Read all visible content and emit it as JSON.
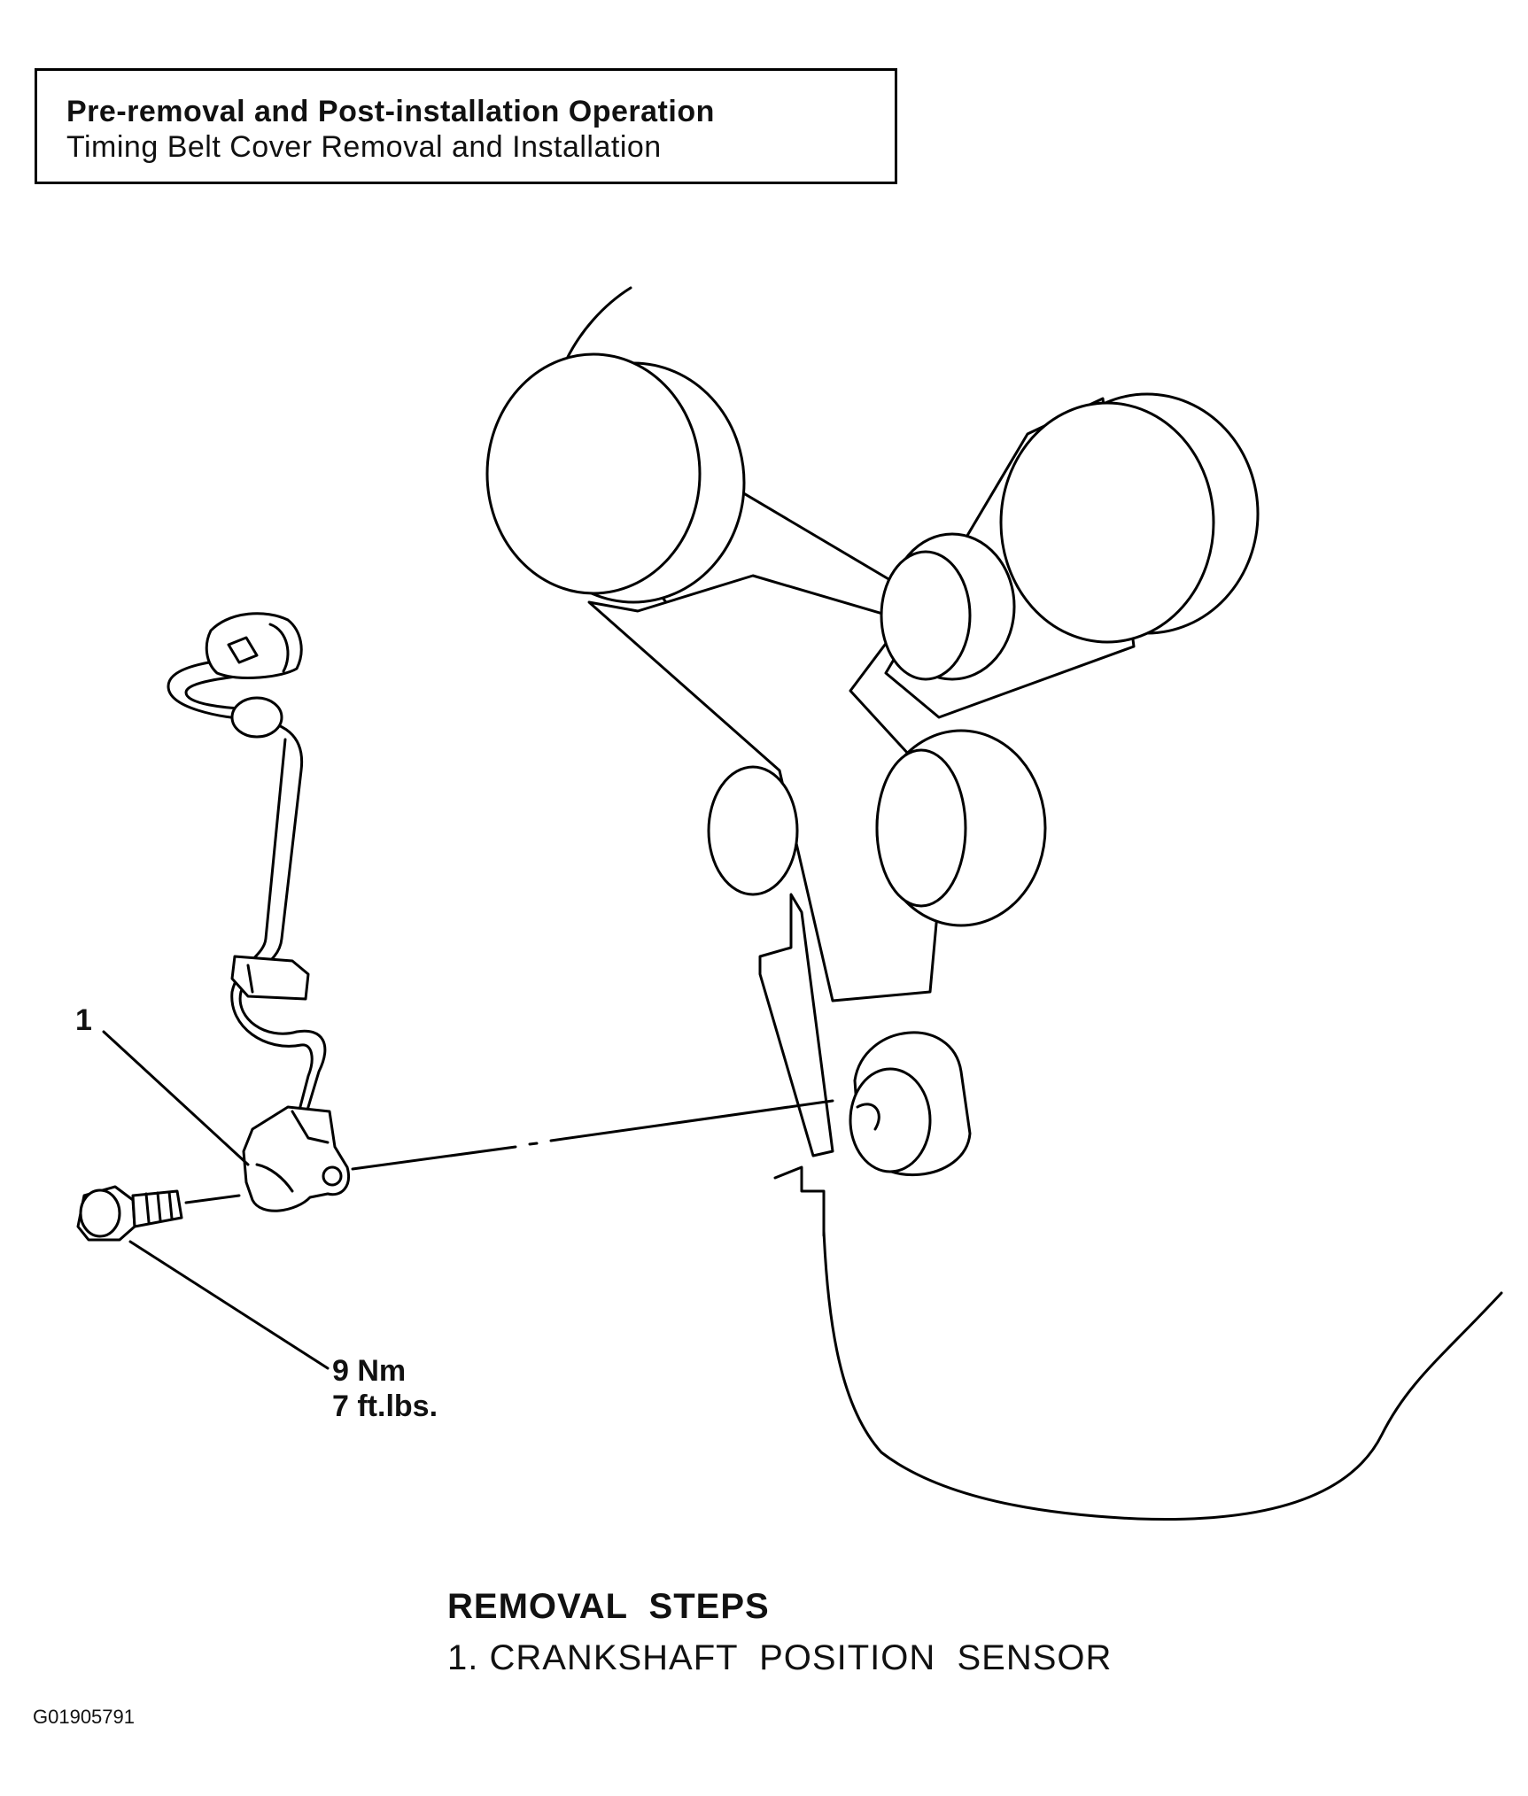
{
  "header": {
    "title": "Pre-removal and Post-installation Operation",
    "subtitle": "Timing Belt Cover Removal and Installation"
  },
  "callouts": {
    "sensor_number": "1",
    "torque_nm": "9 Nm",
    "torque_ftlbs": "7 ft.lbs."
  },
  "removal_steps": {
    "heading": "REMOVAL  STEPS",
    "items": [
      "1. CRANKSHAFT  POSITION  SENSOR"
    ]
  },
  "figure_id": "G01905791",
  "colors": {
    "ink": "#000000",
    "background": "#ffffff"
  }
}
